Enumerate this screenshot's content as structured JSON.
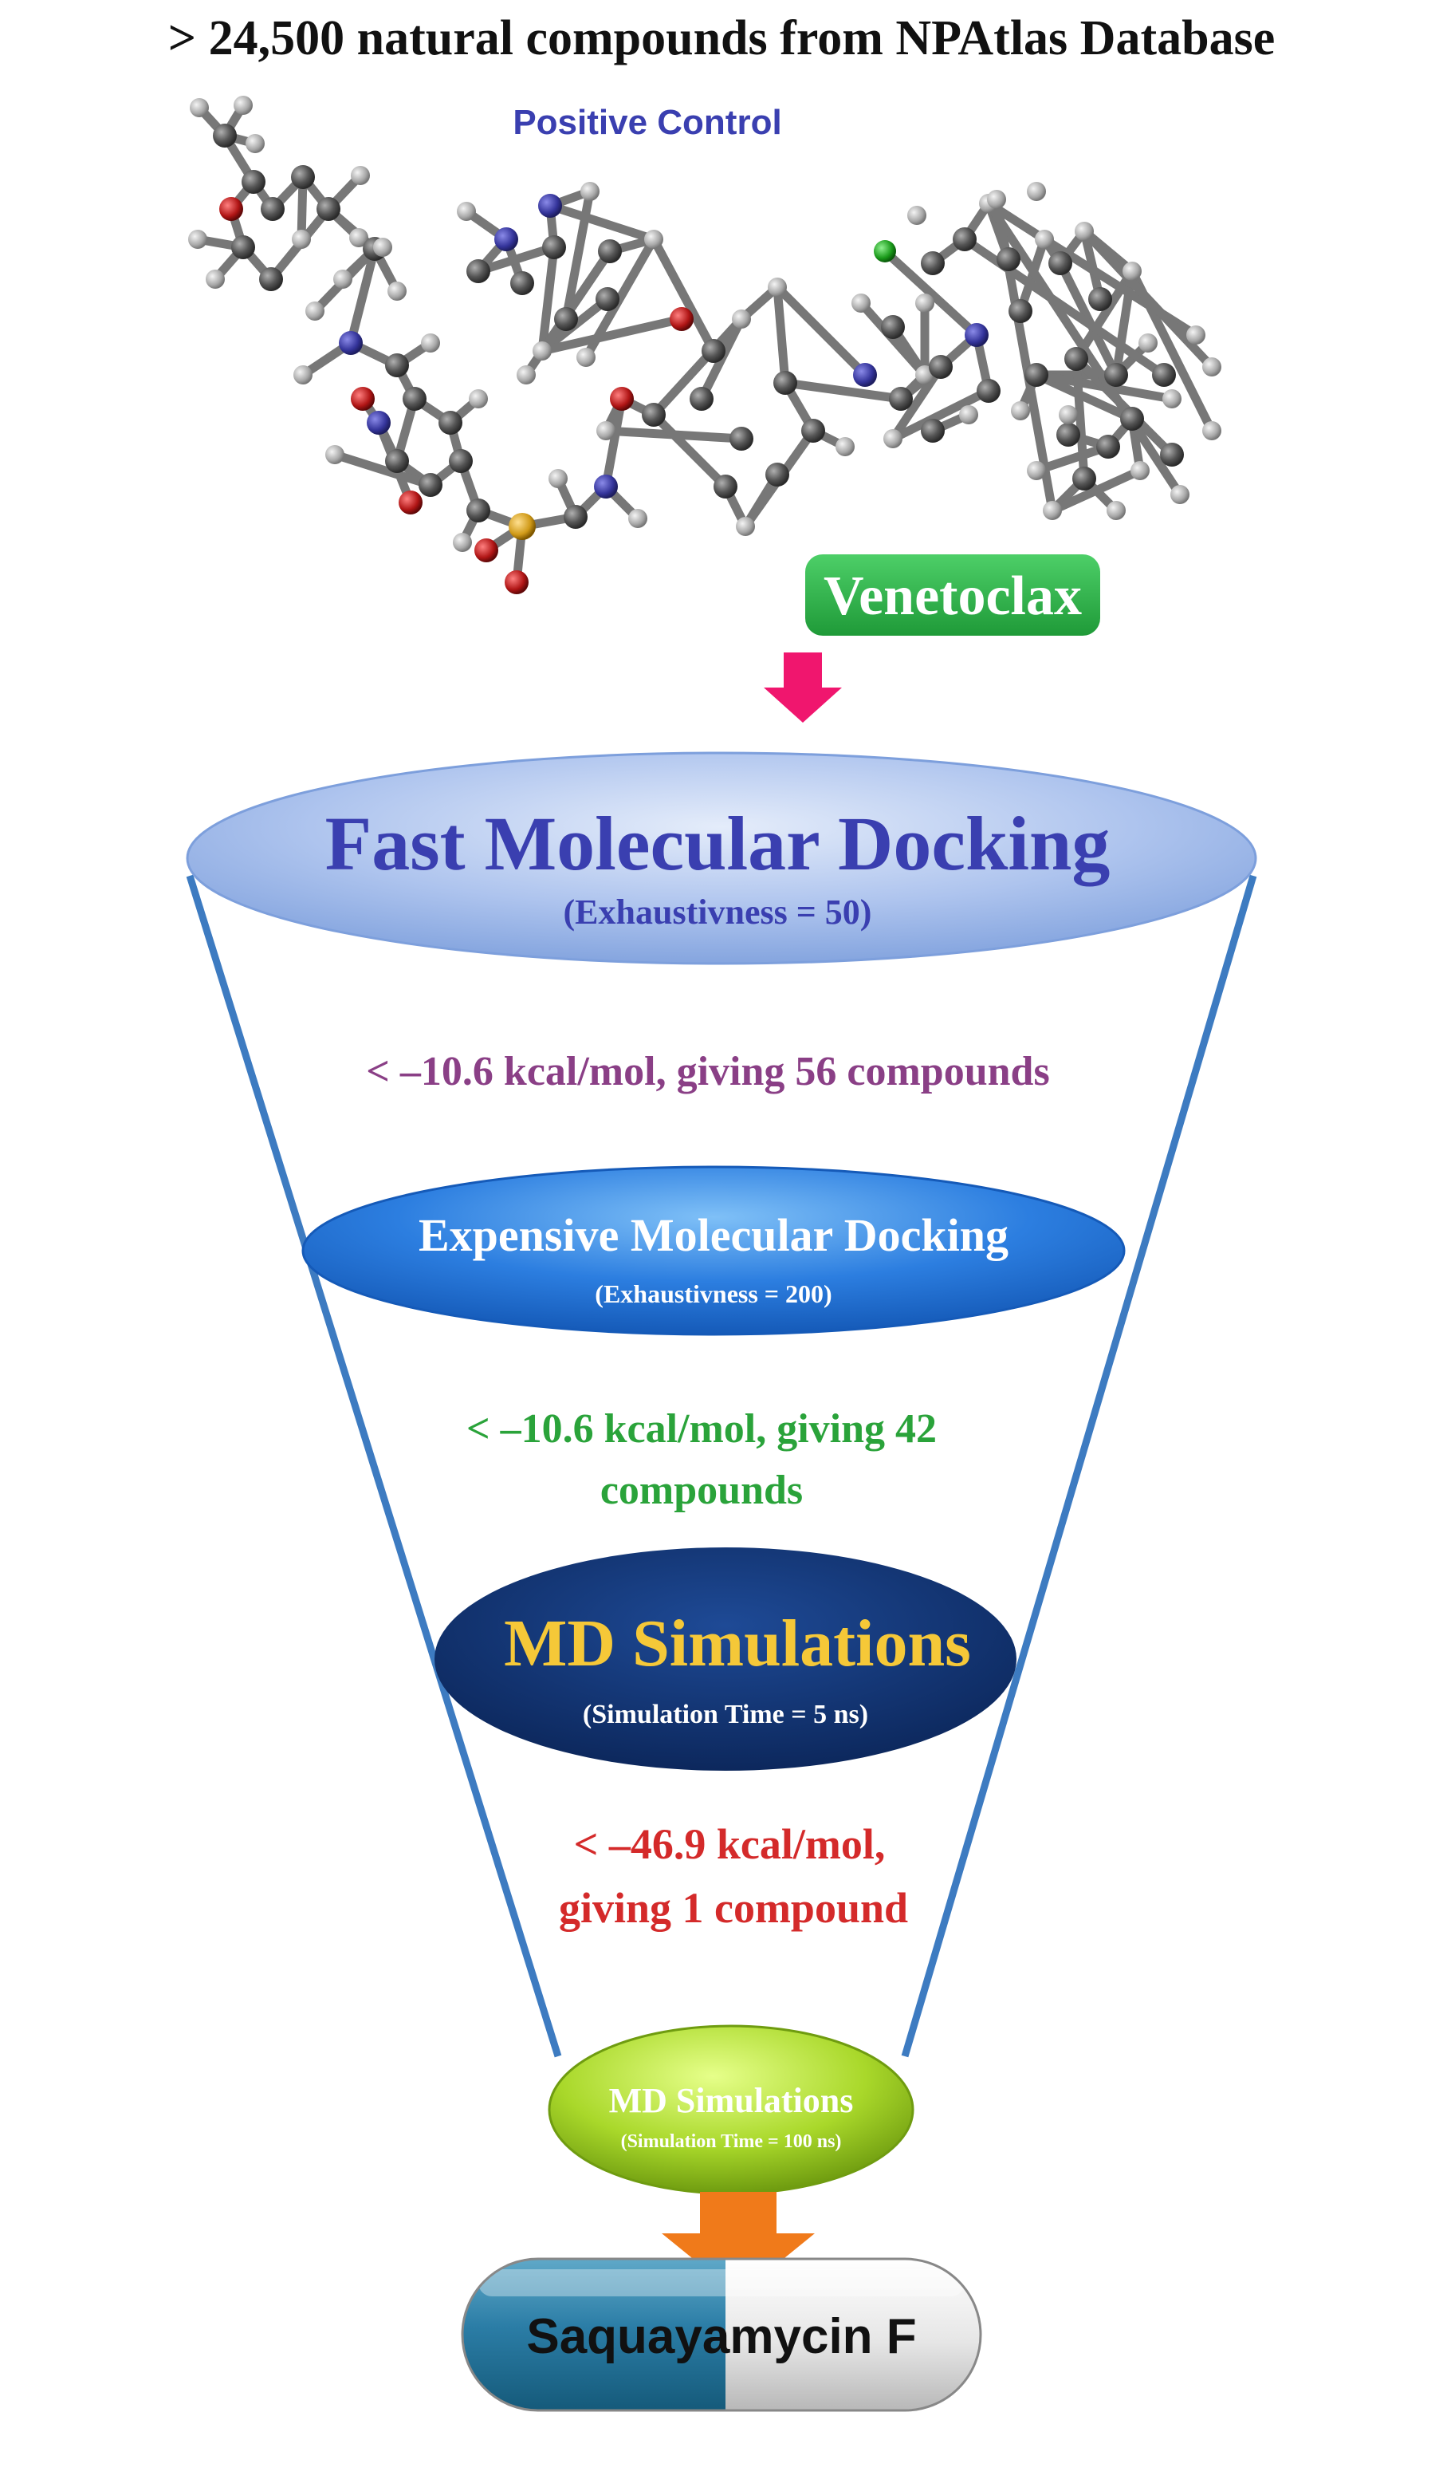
{
  "header": {
    "title": "> 24,500 natural compounds from NPAtlas Database"
  },
  "molecule": {
    "caption": "Positive Control",
    "name": "Venetoclax",
    "atom_colors": {
      "carbon": "#5c5c5c",
      "hydrogen": "#c8c8c8",
      "nitrogen": "#3a3aa8",
      "oxygen": "#c0151a",
      "sulfur": "#d8a020",
      "chlorine": "#1a9a1a"
    }
  },
  "funnel": {
    "stage1": {
      "title": "Fast Molecular Docking",
      "subtitle": "(Exhaustivness = 50)"
    },
    "filter1": {
      "lines": [
        "< –10.6 kcal/mol, giving 56 compounds"
      ],
      "color": "#8a3f86"
    },
    "stage2": {
      "title": "Expensive Molecular Docking",
      "subtitle": "(Exhaustivness = 200)"
    },
    "filter2": {
      "lines": [
        "< –10.6 kcal/mol, giving 42",
        "compounds"
      ],
      "color": "#2aa33a"
    },
    "stage3": {
      "title": "MD Simulations",
      "subtitle": "(Simulation Time = 5 ns)"
    },
    "filter3": {
      "lines": [
        "< –46.9 kcal/mol,",
        "giving 1 compound"
      ],
      "color": "#d42a2a"
    },
    "stage4": {
      "title": "MD Simulations",
      "subtitle": "(Simulation Time = 100 ns)"
    }
  },
  "result": {
    "label": "Saquayamycin F"
  },
  "colors": {
    "arrow_pink": "#f0166e",
    "arrow_orange": "#f07a1a",
    "funnel_line": "#3d7bc1",
    "badge_green": "#2db34a",
    "title_blue": "#3a3fb0",
    "stage3_fill": "#0d2f6e",
    "stage3_text": "#f5c838"
  }
}
